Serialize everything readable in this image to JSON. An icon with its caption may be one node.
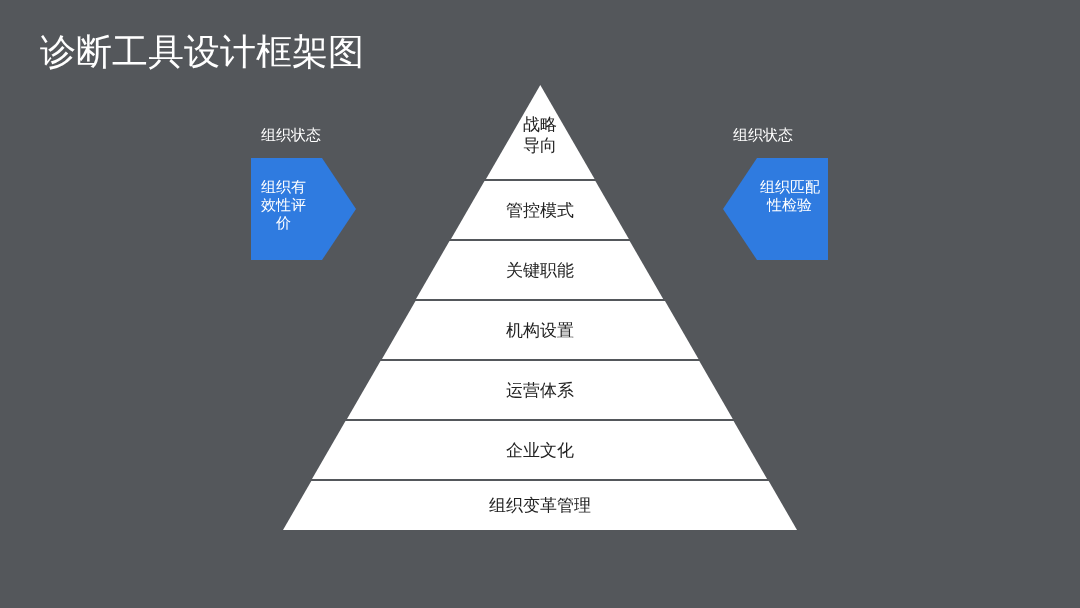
{
  "diagram": {
    "title": "诊断工具设计框架图",
    "nodes": [
      {
        "text": [
          "战略导向"
        ]
      },
      {
        "text": [
          "管控模式"
        ]
      },
      {
        "text": [
          "关键职能"
        ]
      },
      {
        "text": [
          "机构设置"
        ]
      },
      {
        "text": [
          "运营体系"
        ]
      },
      {
        "text": [
          "企业文化"
        ]
      },
      {
        "text": [
          "组织变革管理"
        ]
      },
      {
        "text": [
          "组织状态",
          "组织有效性评价"
        ]
      },
      {
        "text": [
          "组织状态",
          "组织匹配性检验"
        ]
      }
    ]
  }
}
